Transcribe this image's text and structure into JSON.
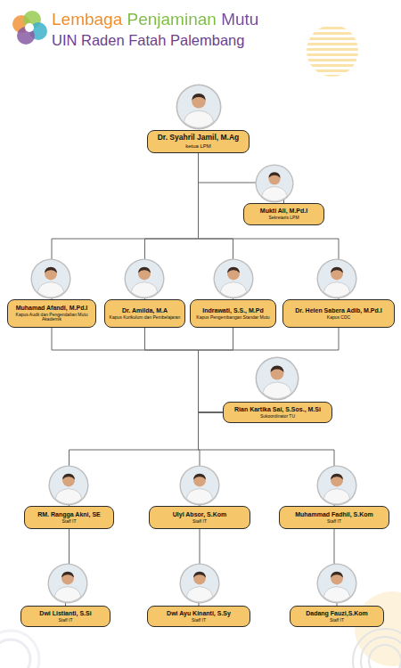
{
  "diagram": {
    "title": "Lembaga Penjaminan Mutu",
    "nodes": [
      {
        "text": [
          "Dr. Syahril Jamil, M.Ag",
          "ketua LPM"
        ]
      },
      {
        "text": [
          "Mukti Ali, M.Pd.I",
          "Sekretaris LPM"
        ]
      },
      {
        "text": [
          "Muhamad Afandi, M.Pd.I",
          "Kapus Audit dan Pengendalian Mutu Akademik"
        ]
      },
      {
        "text": [
          "Dr. Amilda, M.A",
          "Kapus Kurikulum dan Pembelajaran"
        ]
      },
      {
        "text": [
          "Indrawati, S.S., M.Pd",
          "Kapus Pengembangan Standar Mutu"
        ]
      },
      {
        "text": [
          "Dr. Helen Sabera Adib, M.Pd.I",
          "Kapus CDC"
        ]
      },
      {
        "text": [
          "Rian Kartika Sai, S.Sos., M.Si",
          "Sukoordinator TU"
        ]
      },
      {
        "text": [
          "RM. Rangga Akni, SE",
          "Staff IT"
        ]
      },
      {
        "text": [
          "Ulyl Absor, S.Kom",
          "Staff IT"
        ]
      },
      {
        "text": [
          "Muhammad Fadhil, S.Kom",
          "Staff IT"
        ]
      },
      {
        "text": [
          "Dwi Listianti, S.Si",
          "Staff IT"
        ]
      },
      {
        "text": [
          "Dwi Ayu Kinanti, S.Sy",
          "Staff IT"
        ]
      },
      {
        "text": [
          "Dadang Fauzi,S.Kom",
          "Staff IT"
        ]
      }
    ],
    "edges": [
      {
        "from": 0,
        "to": 1,
        "arrow": "none"
      },
      {
        "from": 0,
        "to": 2,
        "arrow": "none"
      },
      {
        "from": 0,
        "to": 3,
        "arrow": "none"
      },
      {
        "from": 0,
        "to": 4,
        "arrow": "none"
      },
      {
        "from": 0,
        "to": 5,
        "arrow": "none"
      },
      {
        "from": 2,
        "to": 6,
        "arrow": "none"
      },
      {
        "from": 3,
        "to": 6,
        "arrow": "none"
      },
      {
        "from": 4,
        "to": 6,
        "arrow": "none"
      },
      {
        "from": 5,
        "to": 6,
        "arrow": "none"
      },
      {
        "from": 6,
        "to": 7,
        "arrow": "none"
      },
      {
        "from": 6,
        "to": 8,
        "arrow": "none"
      },
      {
        "from": 6,
        "to": 9,
        "arrow": "none"
      },
      {
        "from": 7,
        "to": 10,
        "arrow": "none"
      },
      {
        "from": 8,
        "to": 11,
        "arrow": "none"
      },
      {
        "from": 9,
        "to": 12,
        "arrow": "none"
      }
    ],
    "labels": [
      "UIN Raden Fatah Palembang"
    ]
  }
}
